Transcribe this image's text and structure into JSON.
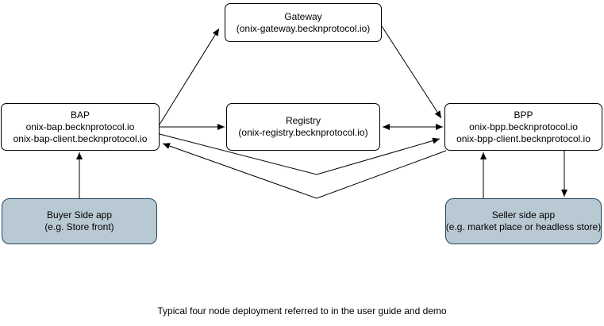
{
  "diagram": {
    "caption": "Typical four node deployment referred to in the user guide and demo",
    "nodes": {
      "gateway": {
        "title": "Gateway",
        "subtitle": "(onix-gateway.becknprotocol.io)"
      },
      "bap": {
        "title": "BAP",
        "line1": "onix-bap.becknprotocol.io",
        "line2": "onix-bap-client.becknprotocol.io"
      },
      "registry": {
        "title": "Registry",
        "subtitle": "(onix-registry.becknprotocol.io)"
      },
      "bpp": {
        "title": "BPP",
        "line1": "onix-bpp.becknprotocol.io",
        "line2": "onix-bpp-client.becknprotocol.io"
      },
      "buyer_app": {
        "title": "Buyer Side app",
        "subtitle": "(e.g. Store front)"
      },
      "seller_app": {
        "title": "Seller side app",
        "subtitle": "(e.g. market place or headless store)"
      }
    },
    "colors": {
      "background": "#ffffff",
      "node_fill": "#ffffff",
      "node_border": "#000000",
      "app_fill": "#b9c9d3",
      "app_border": "#23445c",
      "arrow": "#000000",
      "text": "#000000"
    }
  }
}
